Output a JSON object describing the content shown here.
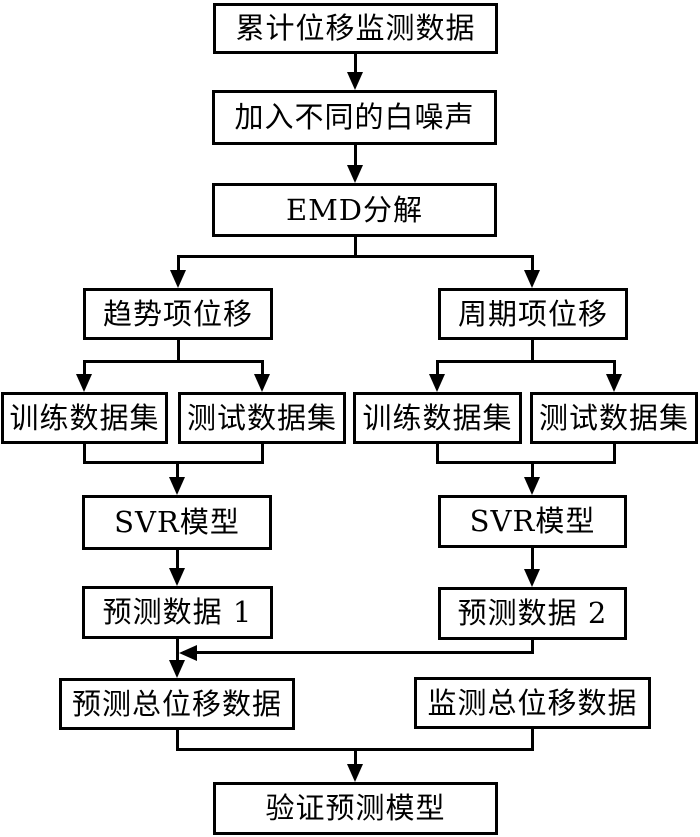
{
  "diagram": {
    "type": "flowchart",
    "language": "zh-CN",
    "colors": {
      "line": "#000000",
      "box_border": "#000000",
      "box_fill": "#ffffff",
      "background": "#ffffff",
      "text": "#000000"
    },
    "nodes": [
      {
        "id": "cumulative",
        "label": "累计位移监测数据"
      },
      {
        "id": "noise",
        "label": "加入不同的白噪声"
      },
      {
        "id": "emd",
        "label": "EMD分解"
      },
      {
        "id": "trend",
        "label": "趋势项位移"
      },
      {
        "id": "periodic",
        "label": "周期项位移"
      },
      {
        "id": "train_left",
        "label": "训练数据集"
      },
      {
        "id": "test_left",
        "label": "测试数据集"
      },
      {
        "id": "train_right",
        "label": "训练数据集"
      },
      {
        "id": "test_right",
        "label": "测试数据集"
      },
      {
        "id": "svr_left",
        "label": "SVR模型"
      },
      {
        "id": "svr_right",
        "label": "SVR模型"
      },
      {
        "id": "pred1",
        "label": "预测数据 1"
      },
      {
        "id": "pred2",
        "label": "预测数据 2"
      },
      {
        "id": "pred_total",
        "label": "预测总位移数据"
      },
      {
        "id": "monitor_total",
        "label": "监测总位移数据"
      },
      {
        "id": "validate",
        "label": "验证预测模型"
      }
    ],
    "edges": [
      {
        "from": "cumulative",
        "to": "noise"
      },
      {
        "from": "noise",
        "to": "emd"
      },
      {
        "from": "emd",
        "to": "trend"
      },
      {
        "from": "emd",
        "to": "periodic"
      },
      {
        "from": "trend",
        "to": "train_left"
      },
      {
        "from": "trend",
        "to": "test_left"
      },
      {
        "from": "periodic",
        "to": "train_right"
      },
      {
        "from": "periodic",
        "to": "test_right"
      },
      {
        "from": "train_left",
        "to": "svr_left"
      },
      {
        "from": "test_left",
        "to": "svr_left"
      },
      {
        "from": "train_right",
        "to": "svr_right"
      },
      {
        "from": "test_right",
        "to": "svr_right"
      },
      {
        "from": "svr_left",
        "to": "pred1"
      },
      {
        "from": "svr_right",
        "to": "pred2"
      },
      {
        "from": "pred1",
        "to": "pred_total"
      },
      {
        "from": "pred2",
        "to": "pred_total"
      },
      {
        "from": "pred_total",
        "to": "validate"
      },
      {
        "from": "monitor_total",
        "to": "validate"
      }
    ]
  }
}
